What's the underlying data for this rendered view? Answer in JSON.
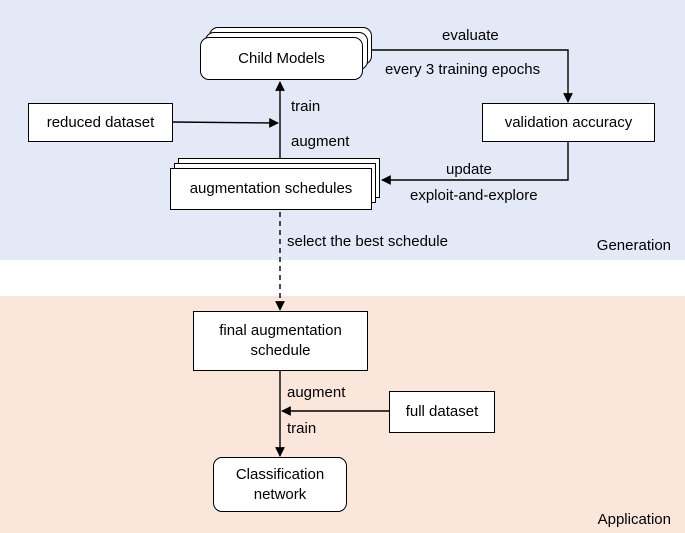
{
  "sections": {
    "generation": "Generation",
    "application": "Application"
  },
  "nodes": {
    "child_models": "Child Models",
    "reduced_dataset": "reduced dataset",
    "validation_accuracy": "validation accuracy",
    "augmentation_schedules": "augmentation schedules",
    "final_schedule_line1": "final augmentation",
    "final_schedule_line2": "schedule",
    "full_dataset": "full dataset",
    "classification_line1": "Classification",
    "classification_line2": "network"
  },
  "edges": {
    "evaluate": "evaluate",
    "every_epochs": "every 3 training epochs",
    "train_top": "train",
    "augment_top": "augment",
    "update": "update",
    "exploit_explore": "exploit-and-explore",
    "select_best": "select the best schedule",
    "augment_bottom": "augment",
    "train_bottom": "train"
  }
}
